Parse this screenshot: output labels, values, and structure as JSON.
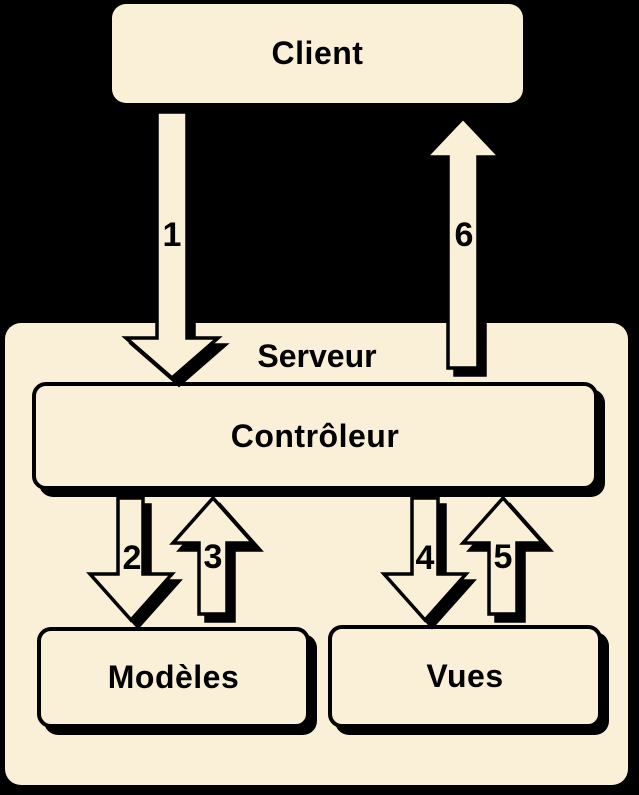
{
  "colors": {
    "background": "#000000",
    "box_fill": "#FAF0D7",
    "outline": "#000000",
    "text": "#000000"
  },
  "nodes": {
    "client": "Client",
    "serveur": "Serveur",
    "controleur": "Contrôleur",
    "modeles": "Modèles",
    "vues": "Vues"
  },
  "arrows": [
    {
      "label": "1",
      "direction": "down",
      "from": "Client",
      "to": "Contrôleur"
    },
    {
      "label": "2",
      "direction": "down",
      "from": "Contrôleur",
      "to": "Modèles"
    },
    {
      "label": "3",
      "direction": "up",
      "from": "Modèles",
      "to": "Contrôleur"
    },
    {
      "label": "4",
      "direction": "down",
      "from": "Contrôleur",
      "to": "Vues"
    },
    {
      "label": "5",
      "direction": "up",
      "from": "Vues",
      "to": "Contrôleur"
    },
    {
      "label": "6",
      "direction": "up",
      "from": "Contrôleur",
      "to": "Client"
    }
  ]
}
